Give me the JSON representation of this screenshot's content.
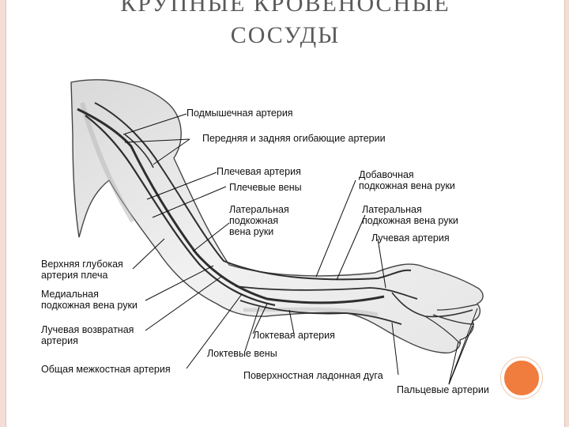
{
  "slide": {
    "title_line1": "КРУПНЫЕ КРОВЕНОСНЫЕ",
    "title_line2": "СОСУДЫ"
  },
  "labels": {
    "axillary_artery": "Подмышечная артерия",
    "circumflex_arteries": "Передняя и задняя огибающие артерии",
    "brachial_artery": "Плечевая артерия",
    "brachial_veins": "Плечевые вены",
    "accessory_cephalic_vein": "Добавочная\nподкожная вена руки",
    "lateral_cephalic_vein_upper": "Латеральная\nподкожная\nвена руки",
    "lateral_cephalic_vein_forearm": "Латеральная\nподкожная вена руки",
    "radial_artery": "Лучевая артерия",
    "deep_brachial_artery": "Верхняя глубокая\nартерия плеча",
    "medial_basilic_vein": "Медиальная\nподкожная вена руки",
    "radial_recurrent_artery": "Лучевая возвратная\nартерия",
    "ulnar_artery": "Локтевая артерия",
    "ulnar_veins": "Локтевые вены",
    "common_interosseous_artery": "Общая межкостная артерия",
    "superficial_palmar_arch": "Поверхностная ладонная дуга",
    "digital_arteries": "Пальцевые артерии"
  },
  "colors": {
    "accent_circle": "#f07c3d",
    "frame": "#f3ded6",
    "title": "#5a5a5a"
  }
}
